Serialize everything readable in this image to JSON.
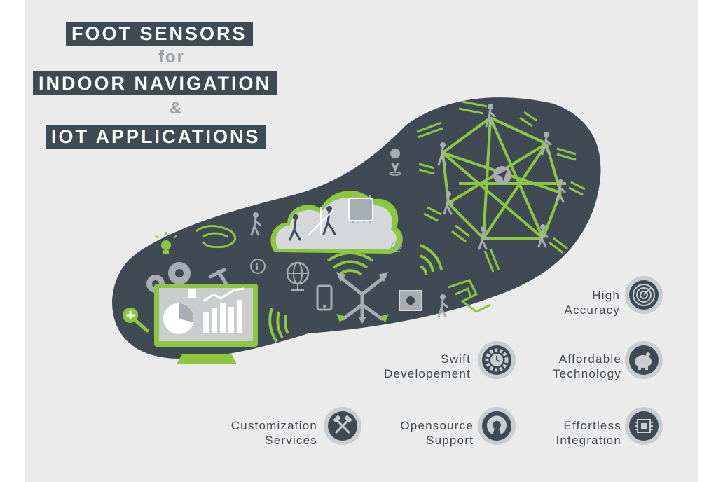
{
  "title": {
    "line1": "FOOT SENSORS",
    "connector1": "for",
    "line2": "INDOOR NAVIGATION",
    "connector2": "&",
    "line3": "IOT APPLICATIONS"
  },
  "features": [
    {
      "line1": "High",
      "line2": "Accuracy",
      "icon": "target-icon"
    },
    {
      "line1": "Swift",
      "line2": "Developement",
      "icon": "gear-clock-icon"
    },
    {
      "line1": "Affordable",
      "line2": "Technology",
      "icon": "piggy-bank-icon"
    },
    {
      "line1": "Customization",
      "line2": "Services",
      "icon": "crossed-hammers-icon"
    },
    {
      "line1": "Opensource",
      "line2": "Support",
      "icon": "opensource-icon"
    },
    {
      "line1": "Effortless",
      "line2": "Integration",
      "icon": "chip-icon"
    }
  ],
  "colors": {
    "dark": "#3f4a54",
    "accent_green": "#8dc63f",
    "icon_gray": "#a7adb2",
    "background": "#ebebeb"
  }
}
